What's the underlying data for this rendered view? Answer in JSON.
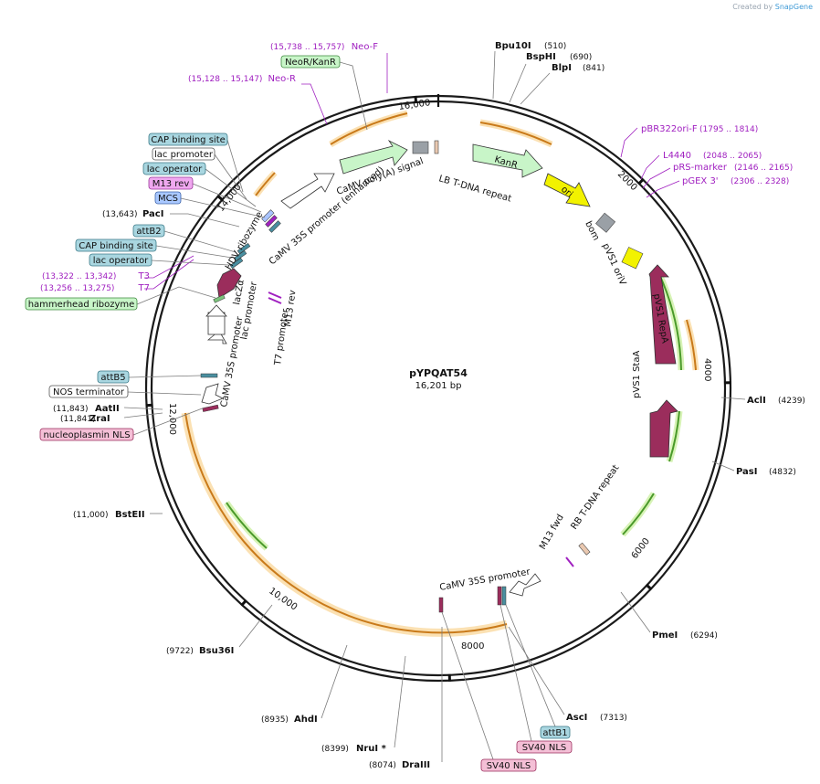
{
  "branding": {
    "prefix": "Created by",
    "name": "SnapGene"
  },
  "plasmid": {
    "name": "pYPQAT54",
    "length": "16,201 bp",
    "length_bp": 16201
  },
  "ticks": [
    {
      "bp": 2000,
      "label": "2000"
    },
    {
      "bp": 4000,
      "label": "4000"
    },
    {
      "bp": 6000,
      "label": "6000"
    },
    {
      "bp": 8000,
      "label": "8000"
    },
    {
      "bp": 10000,
      "label": "10,000"
    },
    {
      "bp": 12000,
      "label": "12,000"
    },
    {
      "bp": 14000,
      "label": "14,000"
    },
    {
      "bp": 16000,
      "label": "16,000"
    }
  ],
  "restriction_sites": [
    {
      "name": "Bpu10I",
      "pos": "(510)"
    },
    {
      "name": "BspHI",
      "pos": "(690)"
    },
    {
      "name": "BlpI",
      "pos": "(841)"
    },
    {
      "name": "AclI",
      "pos": "(4239)"
    },
    {
      "name": "PasI",
      "pos": "(4832)"
    },
    {
      "name": "PmeI",
      "pos": "(6294)"
    },
    {
      "name": "AscI",
      "pos": "(7313)"
    },
    {
      "name": "DraIII",
      "pos": "(8074)"
    },
    {
      "name": "NruI *",
      "pos": "(8399)"
    },
    {
      "name": "AhdI",
      "pos": "(8935)"
    },
    {
      "name": "Bsu36I",
      "pos": "(9722)"
    },
    {
      "name": "BstEII",
      "pos": "(11,000)"
    },
    {
      "name": "ZraI",
      "pos": "(11,841)"
    },
    {
      "name": "AatII",
      "pos": "(11,843)"
    },
    {
      "name": "PacI",
      "pos": "(13,643)"
    }
  ],
  "primers": [
    {
      "name": "Neo-F",
      "pos": "(15,738 .. 15,757)"
    },
    {
      "name": "Neo-R",
      "pos": "(15,128 .. 15,147)"
    },
    {
      "name": "pBR322ori-F",
      "pos": "(1795 .. 1814)"
    },
    {
      "name": "L4440",
      "pos": "(2048 .. 2065)"
    },
    {
      "name": "pRS-marker",
      "pos": "(2146 .. 2165)"
    },
    {
      "name": "pGEX 3'",
      "pos": "(2306 .. 2328)"
    },
    {
      "name": "T3",
      "pos": "(13,322 .. 13,342)"
    },
    {
      "name": "T7",
      "pos": "(13,256 .. 13,275)"
    }
  ],
  "boxed_labels": [
    {
      "text": "NeoR/KanR",
      "kind": "green"
    },
    {
      "text": "CAP binding site",
      "kind": "blue"
    },
    {
      "text": "lac promoter",
      "kind": "white"
    },
    {
      "text": "lac operator",
      "kind": "blue"
    },
    {
      "text": "M13 rev",
      "kind": "magenta"
    },
    {
      "text": "MCS",
      "kind": "sky"
    },
    {
      "text": "attB2",
      "kind": "blue"
    },
    {
      "text": "CAP binding site",
      "kind": "blue"
    },
    {
      "text": "lac operator",
      "kind": "blue"
    },
    {
      "text": "hammerhead ribozyme",
      "kind": "green"
    },
    {
      "text": "attB5",
      "kind": "blue"
    },
    {
      "text": "NOS terminator",
      "kind": "white"
    },
    {
      "text": "nucleoplasmin NLS",
      "kind": "pink"
    },
    {
      "text": "attB1",
      "kind": "blue"
    },
    {
      "text": "SV40 NLS",
      "kind": "pink"
    },
    {
      "text": "SV40 NLS",
      "kind": "pink"
    }
  ],
  "feature_labels": [
    "KanR",
    "ori",
    "bom",
    "pVS1 oriV",
    "pVS1 RepA",
    "pVS1 StaA",
    "RB T-DNA repeat",
    "M13 fwd",
    "CaMV 35S promoter",
    "T7 promoter",
    "M13 rev",
    "lac promoter",
    "lacZα",
    "CaMV 35S promoter",
    "HDV ribozyme",
    "CaMV 35S promoter (enhanced)",
    "CaMV poly(A) signal",
    "LB T-DNA repeat"
  ],
  "colors": {
    "backbone": "#1a1a1a",
    "kanr_fill": "#c8f5c8",
    "ori_fill": "#f2f200",
    "repa_fill": "#9b2d5c",
    "orf_line": "#e8a13a",
    "orf_glow": "#fbe1b3",
    "green_orf": "#4a9a2a",
    "green_glow": "#d7f3b6",
    "grey_box": "#9aa0a6",
    "primer": "#a020c0"
  }
}
